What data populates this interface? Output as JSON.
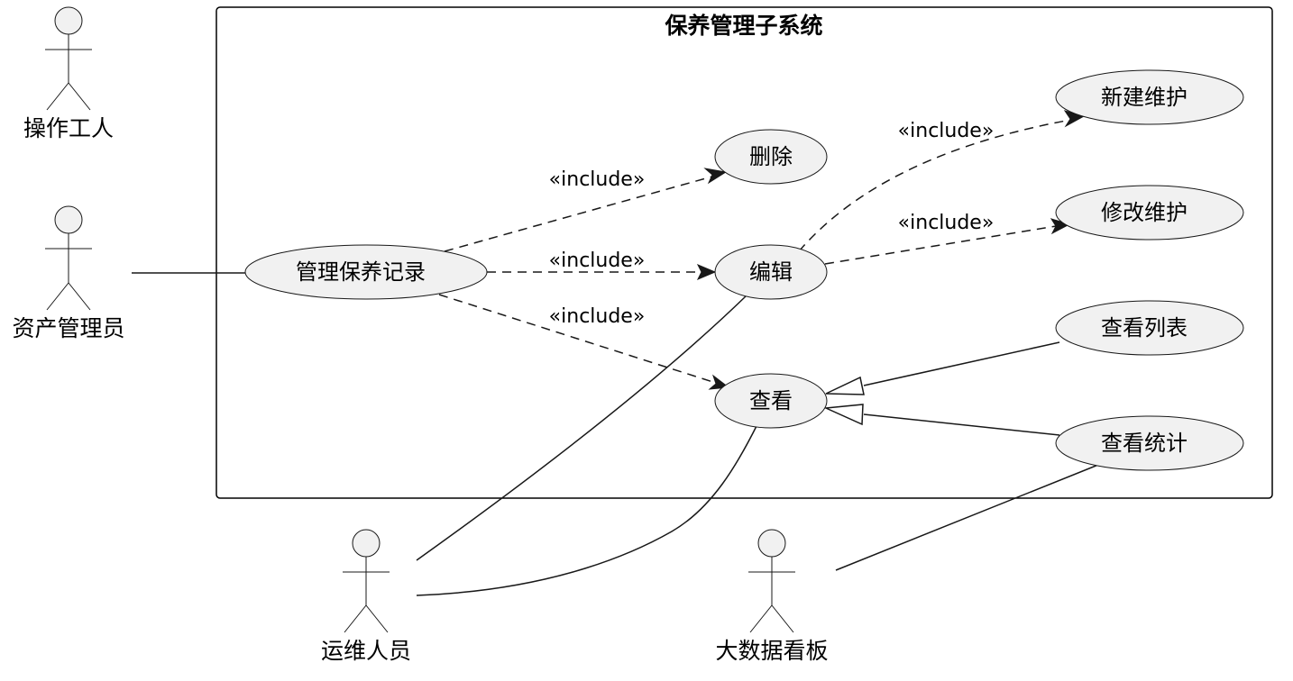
{
  "system": {
    "title": "保养管理子系统"
  },
  "actors": {
    "operator": "操作工人",
    "asset_manager": "资产管理员",
    "ops_staff": "运维人员",
    "bigdata_board": "大数据看板"
  },
  "use_cases": {
    "manage_records": "管理保养记录",
    "delete": "删除",
    "edit": "编辑",
    "view": "查看",
    "new_maintenance": "新建维护",
    "modify_maintenance": "修改维护",
    "view_list": "查看列表",
    "view_stats": "查看统计"
  },
  "relations": {
    "include_delete": "«include»",
    "include_edit": "«include»",
    "include_view": "«include»",
    "include_new": "«include»",
    "include_modify": "«include»"
  }
}
